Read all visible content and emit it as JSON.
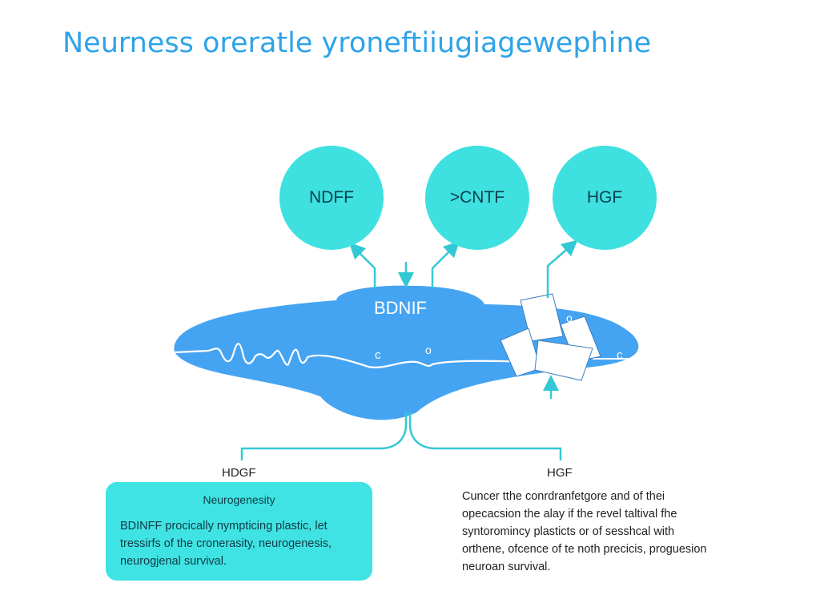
{
  "title": "Neurness oreratle yroneftiiugiagewephine",
  "colors": {
    "title": "#2ea3e8",
    "circle_fill": "#3fe0e0",
    "blob_fill": "#45a4f2",
    "arrow": "#33c9d4",
    "card_fill": "#40e3e3"
  },
  "circles": [
    {
      "label": "NDFF"
    },
    {
      "label": ">CNTF"
    },
    {
      "label": "HGF"
    }
  ],
  "central": {
    "label": "BDNIF",
    "glyphs": [
      "c",
      "o",
      "o",
      "c"
    ]
  },
  "branches": {
    "left_label": "HDGF",
    "right_label": "HGF"
  },
  "card": {
    "title": "Neurogenesity",
    "body": "BDINFF procically nympticing plastic, let tressirfs of the cronerasity, neurogenesis, neurogjenal survival."
  },
  "side_text": "Cuncer tthe conrdranfetgore and of thei opecacsion the alay if the revel taltival fhe syntoromincy plasticts or of sesshcal with orthene, ofcence of te noth precicis, proguesion neuroan survival."
}
